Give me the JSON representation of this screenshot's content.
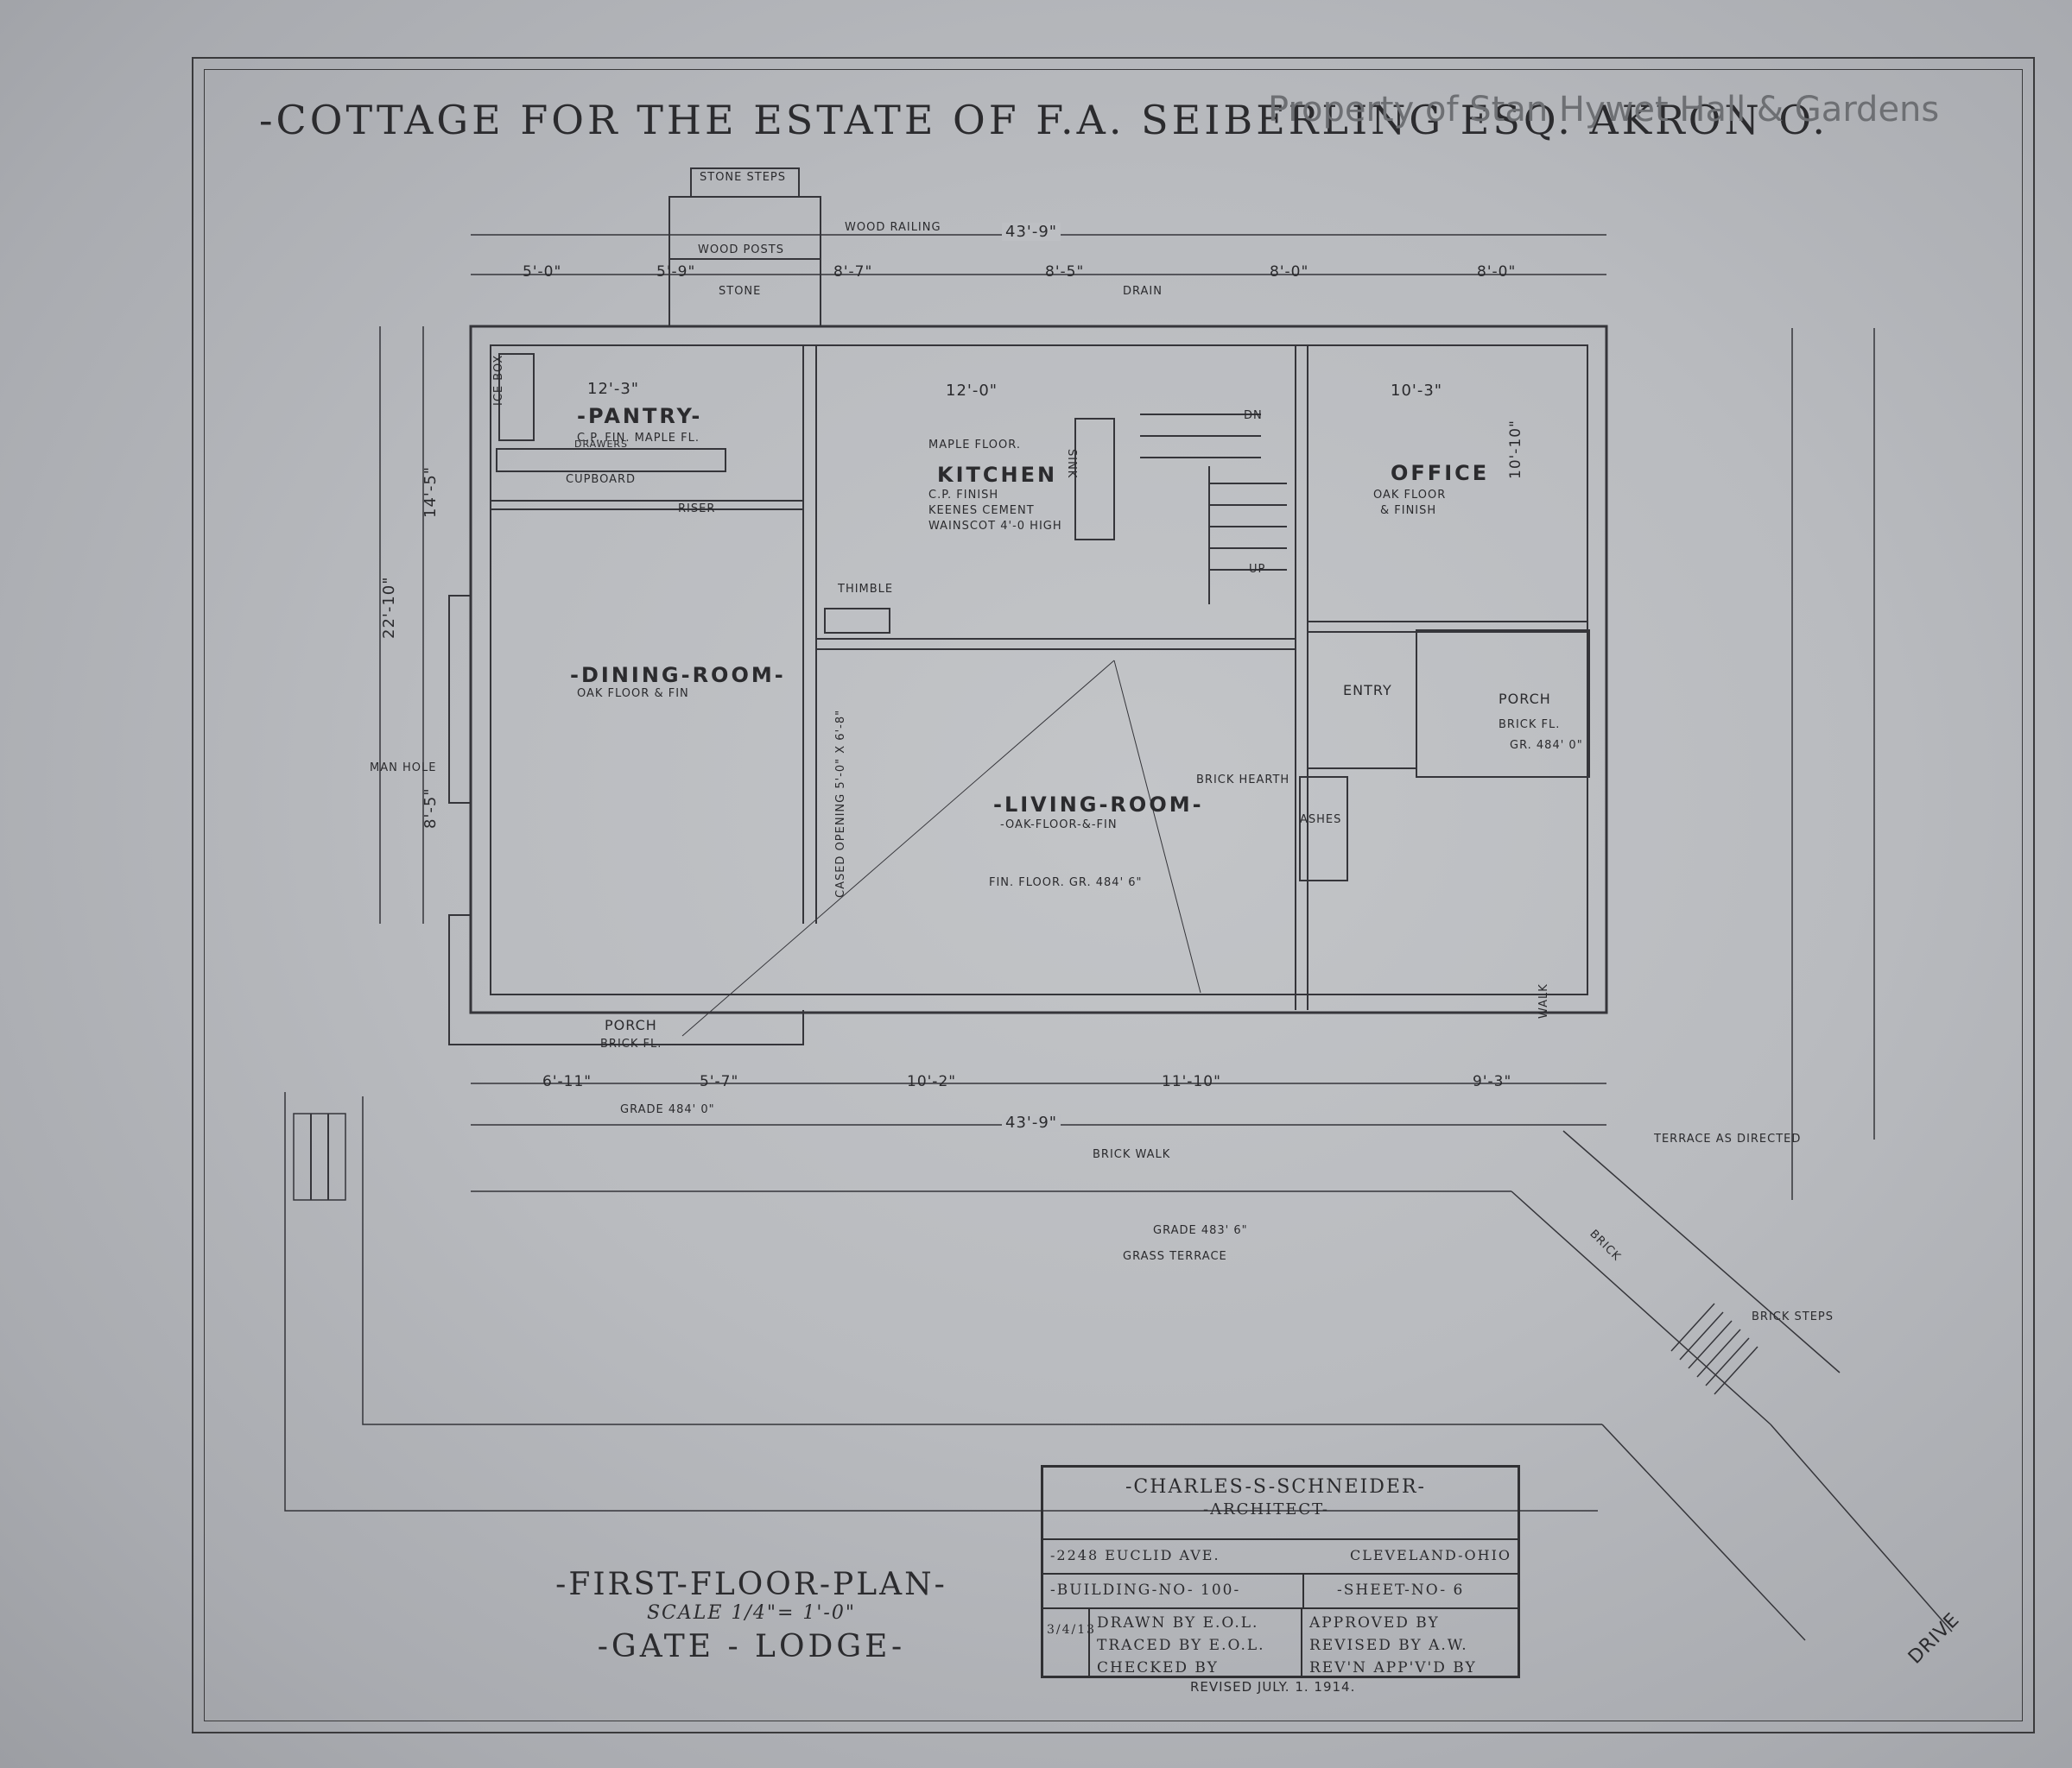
{
  "title": "-COTTAGE FOR THE ESTATE OF F.A. SEIBERLING ESQ. AKRON O.",
  "watermark": "Property of Stan Hywet Hall & Gardens",
  "overall_dims": {
    "top": "43'-9\"",
    "bottom": "43'-9\"",
    "left_total": "22'-10\"",
    "left_upper": "14'-5\"",
    "left_lower": "8'-5\""
  },
  "top_dims": [
    "5'-0\"",
    "5'-9\"",
    "8'-7\"",
    "8'-5\"",
    "8'-0\"",
    "8'-0\""
  ],
  "bottom_dims": [
    "6'-11\"",
    "5'-7\"",
    "10'-2\"",
    "11'-10\"",
    "9'-3\""
  ],
  "rooms": {
    "pantry": {
      "name": "-PANTRY-",
      "size": "12'-3\"",
      "finish": "C.P. FIN. MAPLE FL."
    },
    "kitchen": {
      "name": "KITCHEN",
      "size": "12'-0\"",
      "floor": "MAPLE FLOOR.",
      "finish1": "C.P. FINISH",
      "finish2": "KEENES CEMENT",
      "finish3": "WAINSCOT 4'-0 HIGH"
    },
    "office": {
      "name": "OFFICE",
      "size": "10'-3\"",
      "depth": "10'-10\"",
      "finish1": "OAK FLOOR",
      "finish2": "& FINISH"
    },
    "dining": {
      "name": "-DINING-ROOM-",
      "finish": "OAK FLOOR & FIN"
    },
    "living": {
      "name": "-LIVING-ROOM-",
      "finish": "-OAK-FLOOR-&-FIN",
      "floor_note": "FIN. FLOOR. GR. 484' 6\""
    },
    "entry": {
      "name": "ENTRY"
    },
    "porch_front": {
      "name": "PORCH",
      "finish": "BRICK FL."
    },
    "porch_side": {
      "name": "PORCH",
      "finish": "BRICK FL.",
      "grade": "GR. 484' 0\""
    }
  },
  "notes": {
    "stone_steps": "STONE STEPS",
    "wood_railing": "WOOD RAILING",
    "wood_posts": "WOOD POSTS",
    "stone": "STONE",
    "drain": "DRAIN",
    "cupboard": "CUPBOARD",
    "drawers": "DRAWERS",
    "icebox": "ICE BOX",
    "sink": "SINK",
    "man_hole": "MAN HOLE",
    "cased_opening": "CASED OPENING 5'-0\" X 6'-8\"",
    "brick_hearth": "BRICK HEARTH",
    "ashes": "ASHES",
    "walk": "WALK",
    "grade_484": "GRADE 484' 0\"",
    "brick_walk": "BRICK WALK",
    "grade_483": "GRADE 483' 6\"",
    "grass_terrace": "GRASS TERRACE",
    "terrace_directed": "TERRACE AS DIRECTED",
    "brick": "BRICK",
    "brick_steps": "BRICK STEPS",
    "drive": "DRIVE",
    "revised": "REVISED JULY. 1. 1914.",
    "thimble": "THIMBLE",
    "riser": "RISER",
    "up": "UP",
    "dn": "DN"
  },
  "plan_caption": {
    "line1": "-FIRST-FLOOR-PLAN-",
    "line2": "SCALE 1/4\"= 1'-0\"",
    "line3": "-GATE - LODGE-"
  },
  "title_block": {
    "architect": "-CHARLES-S-SCHNEIDER-",
    "role": "-ARCHITECT-",
    "address": "-2248 EUCLID AVE.",
    "city": "CLEVELAND-OHIO",
    "building": "-BUILDING-NO- 100-",
    "sheet": "-SHEET-NO- 6",
    "date": "3/4/13",
    "drawn": "DRAWN BY E.O.L.",
    "traced": "TRACED BY E.O.L.",
    "checked": "CHECKED BY",
    "approved": "APPROVED BY",
    "revised_by": "REVISED BY A.W.",
    "revn_appvd": "REV'N APP'V'D BY"
  }
}
